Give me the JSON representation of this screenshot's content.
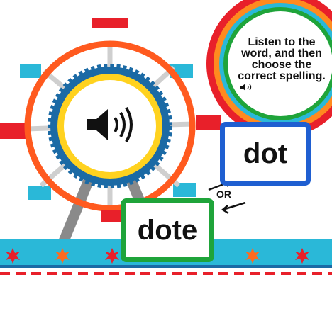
{
  "instruction": {
    "text": "Listen to the word, and then choose the correct spelling."
  },
  "icons": {
    "main_speaker": "speaker-icon",
    "instruction_speaker": "speaker-icon"
  },
  "choices": [
    {
      "word": "dot",
      "border_color": "#1f5fd1"
    },
    {
      "word": "dote",
      "border_color": "#1fa43a"
    }
  ],
  "separator": "OR",
  "colors": {
    "wheel_rim": "#ff5a1f",
    "hub": "#ffd21f",
    "gear": "#1b6aa5",
    "gondola_cyan": "#2ab8d8",
    "gondola_red": "#e8202a",
    "track": "#2ab8d8",
    "star": "#e8202a",
    "star_orange": "#ff6a1f"
  }
}
